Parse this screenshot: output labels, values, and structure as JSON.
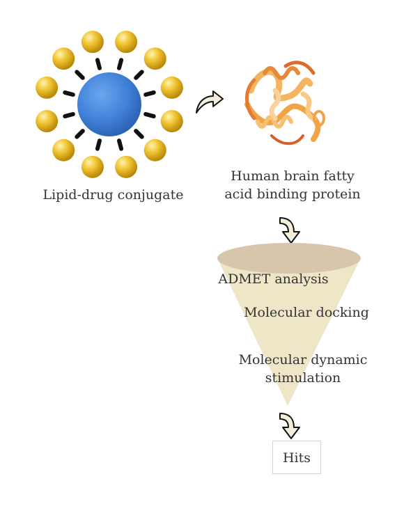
{
  "nanoparticle": {
    "label": "Lipid-drug conjugate",
    "core_color": "#3f7fd6",
    "shell_color": "#e2b21e",
    "linker_color": "#111111"
  },
  "protein": {
    "label_line1": "Human brain fatty",
    "label_line2": "acid binding protein",
    "ribbon_color": "#f0a347"
  },
  "funnel": {
    "rim_color": "#d8c6ac",
    "body_color": "#efe6c8",
    "stages": [
      "ADMET analysis",
      "Molecular docking",
      "Molecular dynamic",
      "stimulation"
    ]
  },
  "result": {
    "label": "Hits"
  },
  "arrows": {
    "icon": "curved-arrow-icon",
    "fill": "#f2eed9",
    "stroke": "#111111"
  }
}
